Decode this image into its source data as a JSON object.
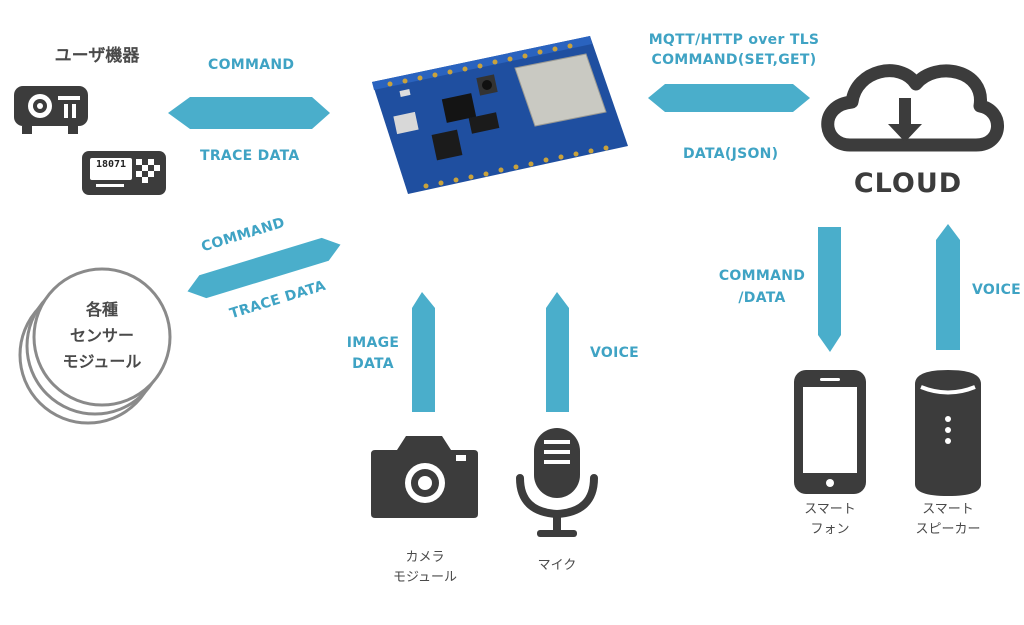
{
  "devices": {
    "user_device": "ユーザ機器",
    "display_value": "18071",
    "sensor": "各種\nセンサー\nモジュール",
    "camera": "カメラ\nモジュール",
    "mic": "マイク",
    "phone": "スマート\nフォン",
    "speaker": "スマート\nスピーカー",
    "cloud": "CLOUD"
  },
  "labels": {
    "cmd_top": "COMMAND",
    "trace_top": "TRACE DATA",
    "cmd_mid": "COMMAND",
    "trace_mid": "TRACE DATA",
    "protocol": "MQTT/HTTP over TLS\nCOMMAND(SET,GET)",
    "data_json": "DATA(JSON)",
    "image_data": "IMAGE\nDATA",
    "voice_mic": "VOICE",
    "cmd_data": "COMMAND\n/DATA",
    "voice_speaker": "VOICE"
  },
  "colors": {
    "arrow": "#4aaecb",
    "label": "#3fa3c4",
    "icon": "#3c3c3c",
    "board": "#1f4fa0"
  }
}
